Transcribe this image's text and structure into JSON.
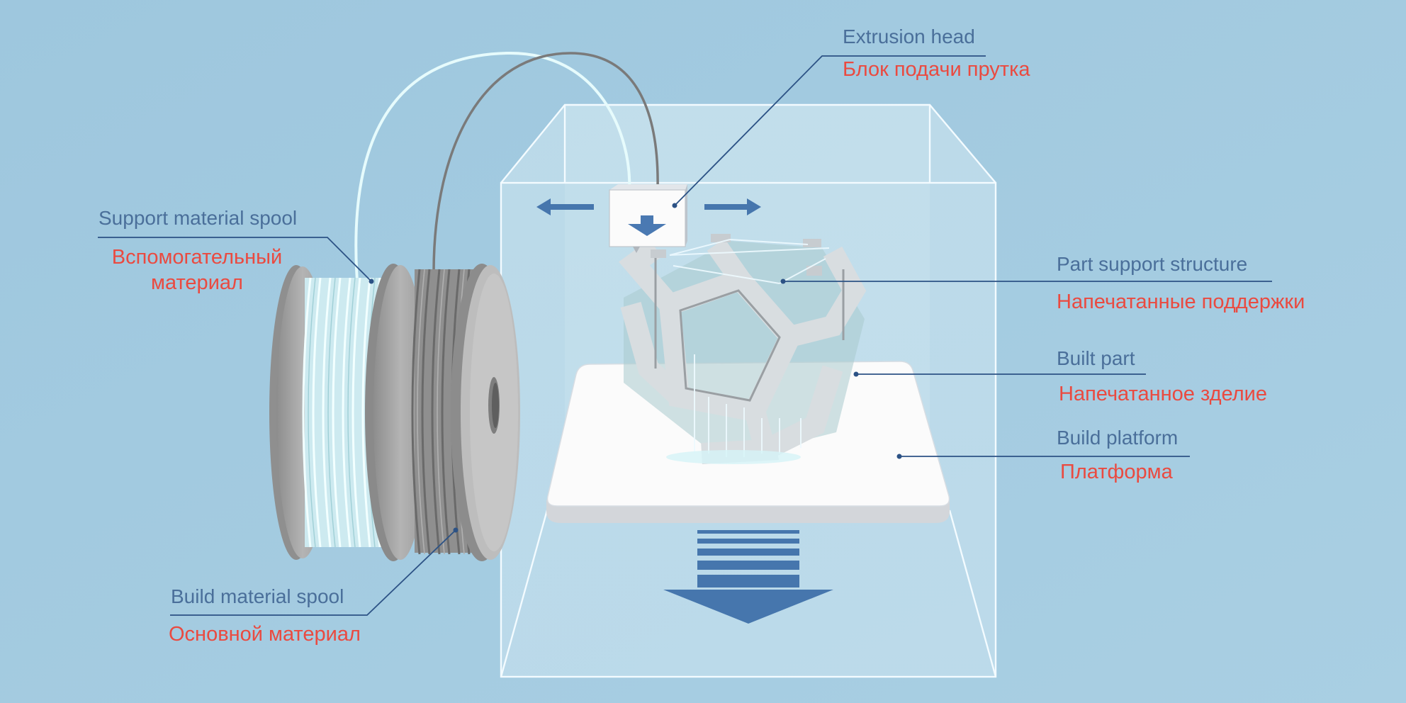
{
  "labels": {
    "extrusion_head": {
      "en": "Extrusion head",
      "ru": "Блок подачи прутка"
    },
    "support_material_spool": {
      "en": "Support material spool",
      "ru": "Вспомогательный\nматериал"
    },
    "part_support_structure": {
      "en": "Part support structure",
      "ru": "Напечатанные поддержки"
    },
    "built_part": {
      "en": "Built part",
      "ru": "Напечатанное зделие"
    },
    "build_platform": {
      "en": "Build platform",
      "ru": "Платформа"
    },
    "build_material_spool": {
      "en": "Build material spool",
      "ru": "Основной материал"
    }
  },
  "colors": {
    "background": "#a4cbe0",
    "english_label": "#4a6f9a",
    "russian_label": "#ea4a40",
    "leader_line": "#2c5285",
    "arrow": "#4676ad",
    "support_filament": "#e6fbfc",
    "build_filament": "#7c7c7c"
  },
  "icons": [
    "left-arrow-icon",
    "right-arrow-icon",
    "down-arrow-icon"
  ]
}
